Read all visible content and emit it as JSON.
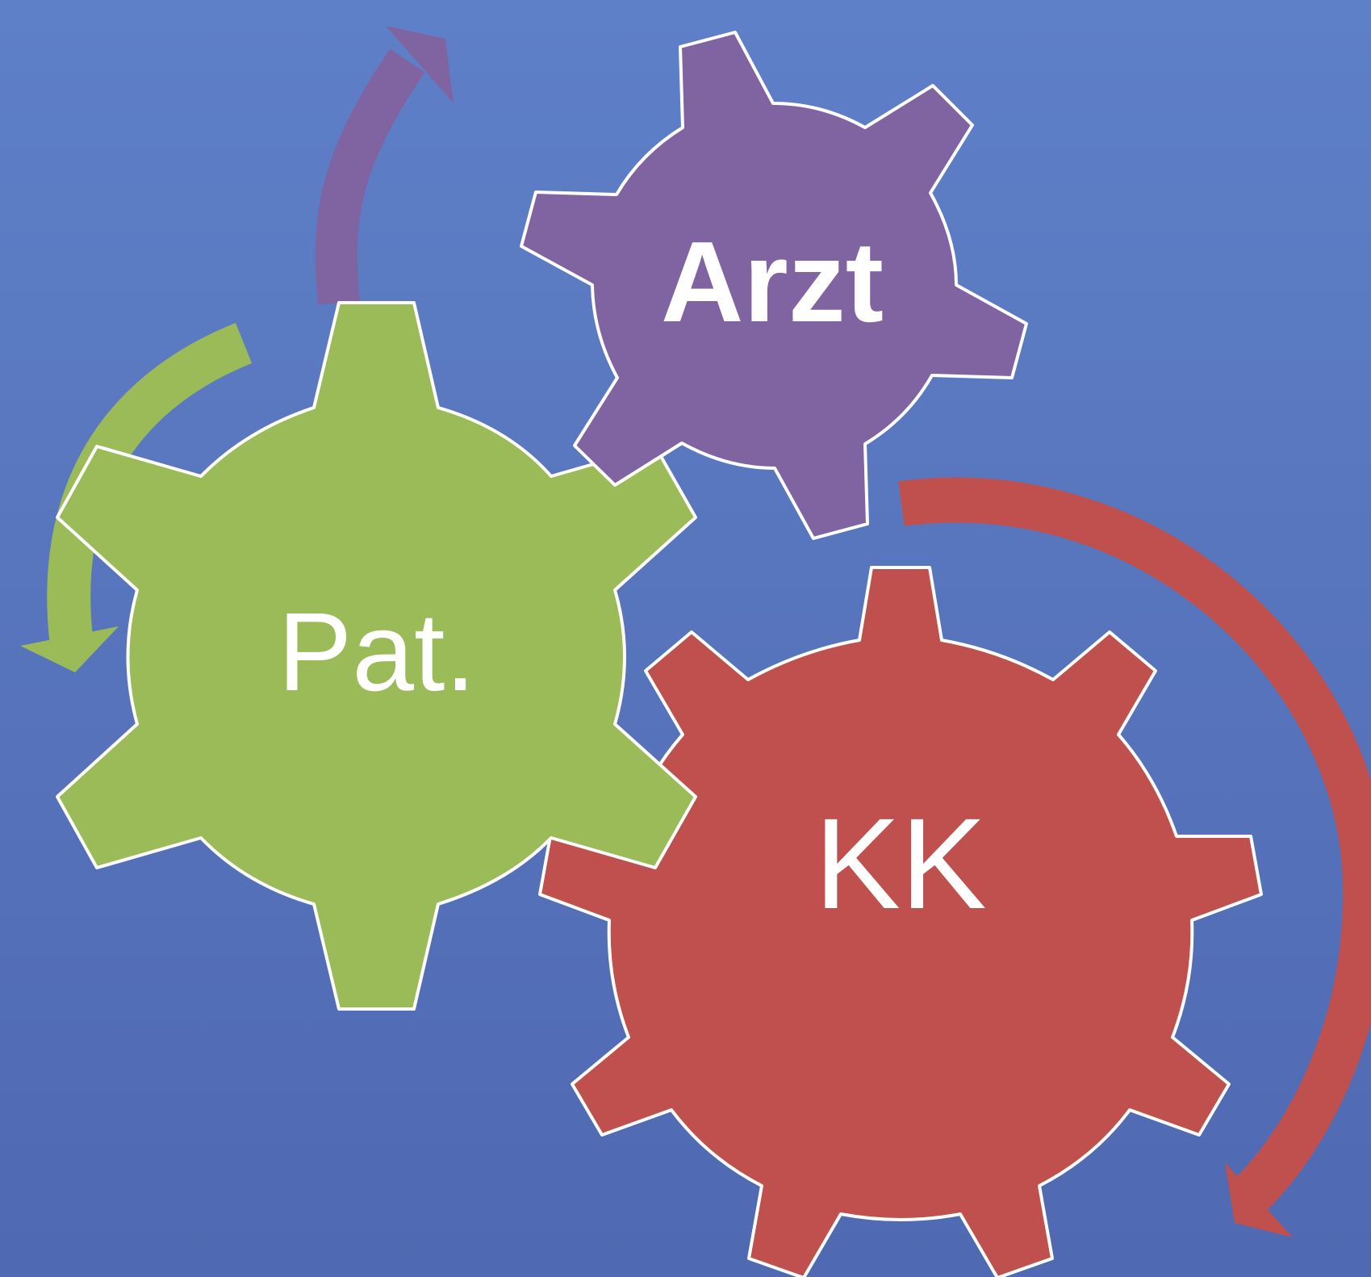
{
  "diagram": {
    "gears": [
      {
        "id": "pat",
        "label": "Pat.",
        "color": "#9bbb59"
      },
      {
        "id": "arzt",
        "label": "Arzt",
        "color": "#8064a2",
        "bold": true
      },
      {
        "id": "kk",
        "label": "KK",
        "color": "#c0504d"
      }
    ],
    "arrows": [
      {
        "id": "arrow-arzt",
        "color": "#8064a2"
      },
      {
        "id": "arrow-pat",
        "color": "#9bbb59"
      },
      {
        "id": "arrow-kk",
        "color": "#c0504d"
      }
    ]
  }
}
